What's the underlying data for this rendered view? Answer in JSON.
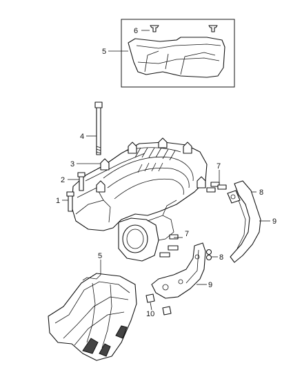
{
  "callouts": {
    "inset_push_pin": "6",
    "inset_cover": "5",
    "manifold_stud": "4",
    "intake_manifold": "3",
    "sensor_stud": "2",
    "manifold_bolt": "1",
    "nut_upper": "7",
    "nut_lower": "7",
    "washer_upper": "8",
    "washer_lower": "8",
    "bracket_right": "9",
    "bracket_lower": "9",
    "engine_cover": "5",
    "fastener_10": "10"
  }
}
